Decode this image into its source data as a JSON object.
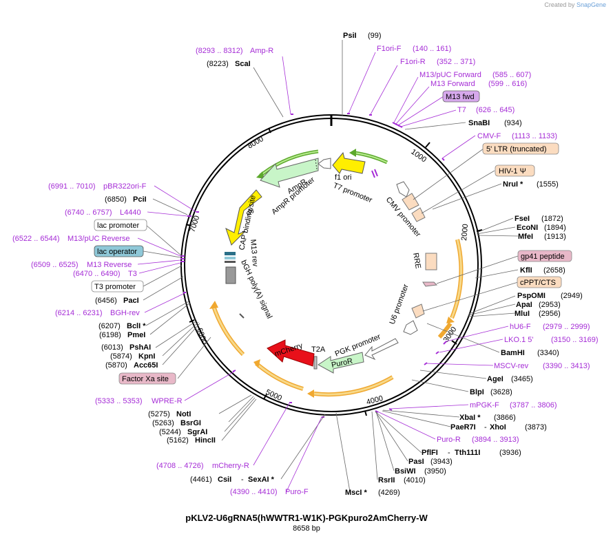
{
  "header": {
    "credit_prefix": "Created by",
    "credit_brand": "SnapGene"
  },
  "plasmid": {
    "name": "pKLV2-U6gRNA5(hWWTR1-W1K)-PGKpuro2AmCherry-W",
    "length_label": "8658 bp"
  },
  "ticks": [
    "1000",
    "2000",
    "3000",
    "4000",
    "5000",
    "6000",
    "7000",
    "8000"
  ],
  "enzymes": [
    {
      "name": "PsiI",
      "pos": "(99)"
    },
    {
      "name": "SnaBI",
      "pos": "(934)"
    },
    {
      "name": "NruI *",
      "pos": "(1555)"
    },
    {
      "name": "FseI",
      "pos": "(1872)"
    },
    {
      "name": "EcoNI",
      "pos": "(1894)"
    },
    {
      "name": "MfeI",
      "pos": "(1913)"
    },
    {
      "name": "KflI",
      "pos": "(2658)"
    },
    {
      "name": "PspOMI",
      "pos": "(2949)"
    },
    {
      "name": "ApaI",
      "pos": "(2953)"
    },
    {
      "name": "MluI",
      "pos": "(2956)"
    },
    {
      "name": "BamHI",
      "pos": "(3340)"
    },
    {
      "name": "AgeI",
      "pos": "(3465)"
    },
    {
      "name": "BlpI",
      "pos": "(3628)"
    },
    {
      "name": "XbaI *",
      "pos": "(3866)"
    },
    {
      "name": "PaeR7I",
      "name2": "XhoI",
      "pos": "(3873)"
    },
    {
      "name": "PflFI",
      "name2": "Tth111I",
      "pos": "(3936)"
    },
    {
      "name": "PasI",
      "pos": "(3943)"
    },
    {
      "name": "BsiWI",
      "pos": "(3950)"
    },
    {
      "name": "RsrII",
      "pos": "(4010)"
    },
    {
      "name": "MscI *",
      "pos": "(4269)"
    },
    {
      "name": "CsiI",
      "name2": "SexAI *",
      "pos": "(4461)"
    },
    {
      "name": "HincII",
      "pos": "(5162)"
    },
    {
      "name": "SgrAI",
      "pos": "(5244)"
    },
    {
      "name": "BsrGI",
      "pos": "(5263)"
    },
    {
      "name": "NotI",
      "pos": "(5275)"
    },
    {
      "name": "Acc65I",
      "pos": "(5870)"
    },
    {
      "name": "KpnI",
      "pos": "(5874)"
    },
    {
      "name": "PshAI",
      "pos": "(6013)"
    },
    {
      "name": "PmeI",
      "pos": "(6198)"
    },
    {
      "name": "BclI *",
      "pos": "(6207)"
    },
    {
      "name": "PacI",
      "pos": "(6456)"
    },
    {
      "name": "PciI",
      "pos": "(6850)"
    },
    {
      "name": "ScaI",
      "pos": "(8223)"
    }
  ],
  "primers": [
    {
      "name": "Amp-R",
      "range": "(8293 .. 8312)"
    },
    {
      "name": "F1ori-F",
      "range": "(140 .. 161)"
    },
    {
      "name": "F1ori-R",
      "range": "(352 .. 371)"
    },
    {
      "name": "M13/pUC Forward",
      "range": "(585 .. 607)"
    },
    {
      "name": "M13 Forward",
      "range": "(599 .. 616)"
    },
    {
      "name": "T7",
      "range": "(626 .. 645)"
    },
    {
      "name": "CMV-F",
      "range": "(1113 .. 1133)"
    },
    {
      "name": "hU6-F",
      "range": "(2979 .. 2999)"
    },
    {
      "name": "LKO.1 5'",
      "range": "(3150 .. 3169)"
    },
    {
      "name": "MSCV-rev",
      "range": "(3390 .. 3413)"
    },
    {
      "name": "mPGK-F",
      "range": "(3787 .. 3806)"
    },
    {
      "name": "Puro-R",
      "range": "(3894 .. 3913)"
    },
    {
      "name": "Puro-F",
      "range": "(4390 .. 4410)"
    },
    {
      "name": "mCherry-R",
      "range": "(4708 .. 4726)"
    },
    {
      "name": "WPRE-R",
      "range": "(5333 .. 5353)"
    },
    {
      "name": "BGH-rev",
      "range": "(6214 .. 6231)"
    },
    {
      "name": "T3",
      "range": "(6470 .. 6490)"
    },
    {
      "name": "M13 Reverse",
      "range": "(6509 .. 6525)"
    },
    {
      "name": "M13/pUC Reverse",
      "range": "(6522 .. 6544)"
    },
    {
      "name": "L4440",
      "range": "(6740 .. 6757)"
    },
    {
      "name": "pBR322ori-F",
      "range": "(6991 .. 7010)"
    }
  ],
  "boxed_labels": [
    {
      "text": "M13 fwd",
      "color": "#d6a8ec"
    },
    {
      "text": "5' LTR (truncated)",
      "color": "#fbdcc0"
    },
    {
      "text": "HIV-1 Ψ",
      "color": "#fbdcc0"
    },
    {
      "text": "gp41 peptide",
      "color": "#e8b8c8"
    },
    {
      "text": "cPPT/CTS",
      "color": "#fbdcc0"
    },
    {
      "text": "Factor Xa site",
      "color": "#e8b8c8"
    },
    {
      "text": "lac promoter",
      "color": "#ffffff"
    },
    {
      "text": "lac operator",
      "color": "#8fc8d8"
    },
    {
      "text": "T3 promoter",
      "color": "#ffffff"
    }
  ],
  "features": [
    {
      "text": "f1 ori"
    },
    {
      "text": "T7 promoter"
    },
    {
      "text": "CMV promoter"
    },
    {
      "text": "RRE"
    },
    {
      "text": "U6 promoter"
    },
    {
      "text": "PGK promoter"
    },
    {
      "text": "T2A"
    },
    {
      "text": "PuroR"
    },
    {
      "text": "mCherry"
    },
    {
      "text": "bGH poly(A) signal"
    },
    {
      "text": "M13 rev"
    },
    {
      "text": "CAP binding site"
    },
    {
      "text": "ori"
    },
    {
      "text": "AmpR promoter"
    },
    {
      "text": "AmpR"
    }
  ],
  "colors": {
    "primer": "#a52cd6",
    "backbone": "#000000",
    "orange_feature": "#f5c842",
    "green_feature": "#8fd14f",
    "yellow_feature": "#ffee00",
    "red_feature": "#e8101a"
  }
}
